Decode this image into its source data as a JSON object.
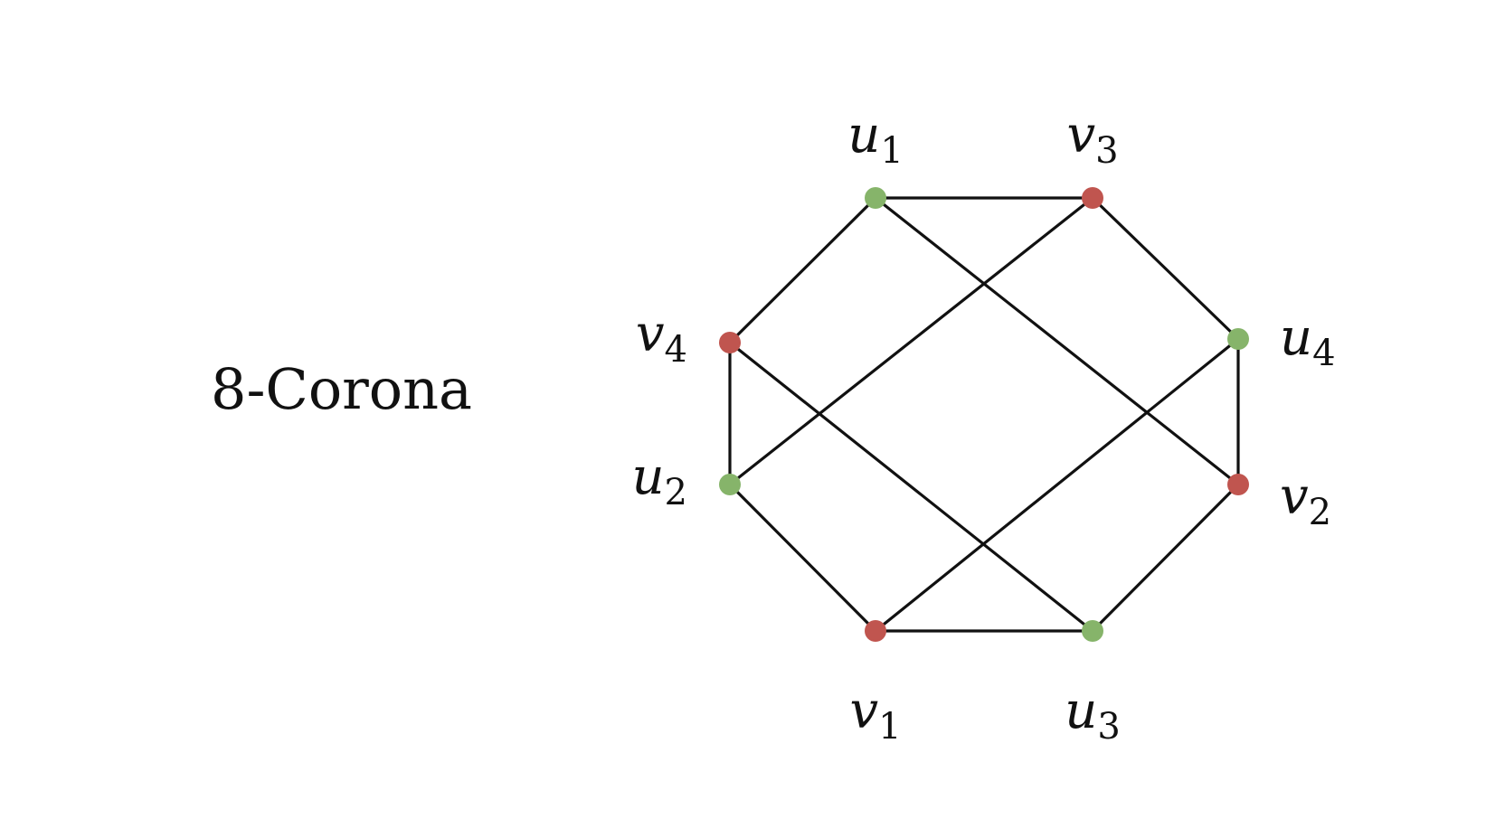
{
  "title": "8-Corona",
  "colors": {
    "u_vertex": "#86b46a",
    "v_vertex": "#c0554f",
    "edge": "#111111",
    "background": "#ffffff"
  },
  "vertices": [
    {
      "id": "u1",
      "base": "u",
      "sub": "1",
      "group": "u"
    },
    {
      "id": "v3",
      "base": "v",
      "sub": "3",
      "group": "v"
    },
    {
      "id": "u4",
      "base": "u",
      "sub": "4",
      "group": "u"
    },
    {
      "id": "v2",
      "base": "v",
      "sub": "2",
      "group": "v"
    },
    {
      "id": "u3",
      "base": "u",
      "sub": "3",
      "group": "u"
    },
    {
      "id": "v1",
      "base": "v",
      "sub": "1",
      "group": "v"
    },
    {
      "id": "u2",
      "base": "u",
      "sub": "2",
      "group": "u"
    },
    {
      "id": "v4",
      "base": "v",
      "sub": "4",
      "group": "v"
    }
  ],
  "edges": [
    [
      "u1",
      "v3"
    ],
    [
      "v3",
      "u4"
    ],
    [
      "u4",
      "v2"
    ],
    [
      "v2",
      "u3"
    ],
    [
      "u3",
      "v1"
    ],
    [
      "v1",
      "u2"
    ],
    [
      "u2",
      "v4"
    ],
    [
      "v4",
      "u1"
    ],
    [
      "u1",
      "v2"
    ],
    [
      "v3",
      "u2"
    ],
    [
      "v4",
      "u3"
    ],
    [
      "u4",
      "v1"
    ]
  ]
}
